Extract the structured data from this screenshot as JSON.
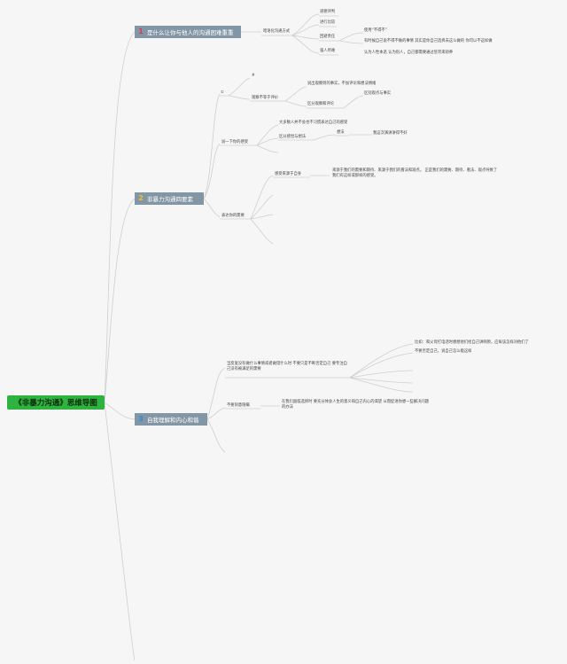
{
  "root": {
    "label": "《非暴力沟通》思维导图"
  },
  "colors": {
    "root": "#2fb340",
    "branch": "#8396a6",
    "badge1": "#d63a5a",
    "badge2": "#f2c025",
    "badge3": "#2a8fd6",
    "line": "#cfcfcf"
  },
  "branch1": {
    "num": "1",
    "label": "是什么让你与他人的沟通困难重重",
    "child": "暗语化沟通方式",
    "items": [
      "道德评判",
      "进行比较",
      "回避责任",
      "强人所难"
    ],
    "avoid": [
      "使用“不得不”",
      "有时候自己说不得不做的事情 其实是你自己选择去这么做的 你可以不这样做"
    ],
    "force": "认为人性本恶 认为别人，自己都需要通过惩罚来矫养"
  },
  "branch2": {
    "num": "2",
    "label": "非暴力沟通四要素",
    "k1": "①",
    "k1_mark": "#",
    "k1_node": "观察不等于评价",
    "k1_a": "说出观察到的事实，不加评论和想法情绪",
    "k1_b": "区分观察和评论",
    "k1_b1": "区别观点与事实",
    "k2": "说一下你的感受",
    "k2_a": "大多数人并不会也不习惯表达自己的感受",
    "k2_b": "区分感觉与想法",
    "k2_b1": "想法",
    "k2_b2": "我这次演讲讲得不好",
    "k3": "表达你的需要",
    "k3_a": "感受来源于自身",
    "k3_a1": "来源于我们的需要和期待、来源于我们的看法和观点。 正是我们的需要、期待、看法、观点导致了我们有这样或那样的感受。"
  },
  "branch3": {
    "num": "3",
    "label": "自我理解和内心和谐",
    "c1": "当反复没有做什么事情或者做错什么时 不要只是不断否定自己 要专注自己没有被满足的需要",
    "c1_a": "比如：和父母打电话时想想他们给自己讲啊原，应每该怎样对他们了",
    "c1_b": "不要否定自己，说自己怎么能这样",
    "c2": "不要刻意隐瞒",
    "c2_a": "在我们面临选择时 要充分体会人生的意义和自己内心的渴望 从而促进你想一些解决问题的办法"
  }
}
